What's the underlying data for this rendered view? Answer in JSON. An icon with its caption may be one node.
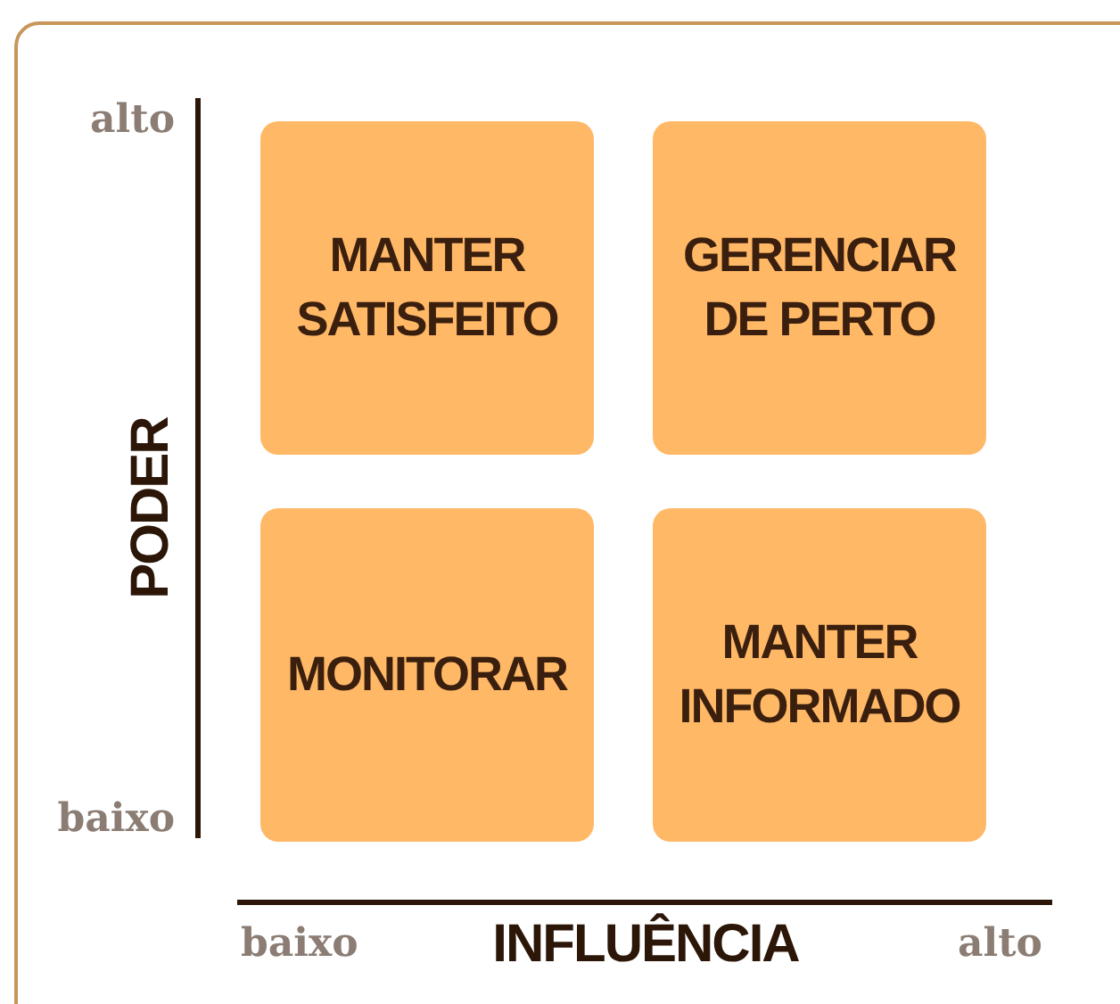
{
  "diagram": {
    "nodes": [
      {
        "text": [
          "MANTER SATISFEITO"
        ]
      },
      {
        "text": [
          "GERENCIAR DE PERTO"
        ]
      },
      {
        "text": [
          "MONITORAR"
        ]
      },
      {
        "text": [
          "MANTER INFORMADO"
        ]
      }
    ],
    "labels": [
      "alto",
      "PODER",
      "baixo",
      "baixo",
      "INFLUÊNCIA",
      "alto"
    ]
  }
}
